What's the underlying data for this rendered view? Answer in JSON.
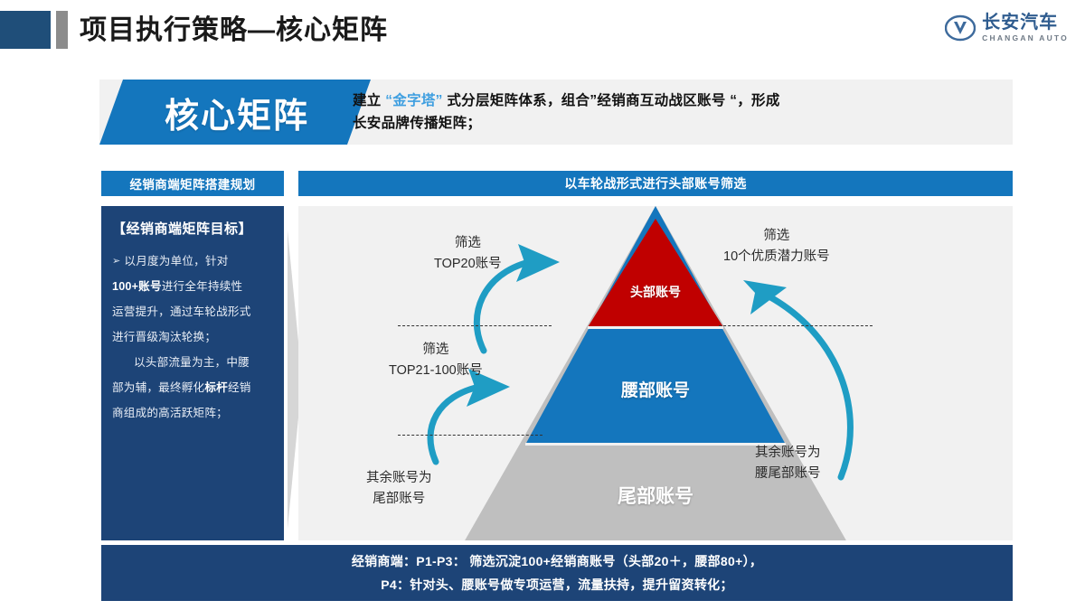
{
  "header": {
    "title": "项目执行策略—核心矩阵",
    "logo": {
      "cn": "长安汽车",
      "en": "CHANGAN AUTO"
    }
  },
  "banner": {
    "tag": "核心矩阵",
    "line1_a": "建立",
    "line1_hl": "“金字塔”",
    "line1_b": "式分层矩阵体系，组合”经销商互动战区账号 “，形成",
    "line2": "长安品牌传播矩阵；"
  },
  "columns": {
    "left_header": "经销商端矩阵搭建规划",
    "right_header": "以车轮战形式进行头部账号筛选"
  },
  "left_panel": {
    "title": "【经销商端矩阵目标】",
    "bullet_marker": "➢",
    "item1_a": "以月度为单位，针对",
    "item1_b_bold": "100+账号",
    "item1_b_rest": "进行全年持续性",
    "item1_c": "运营提升，通过车轮战形式",
    "item1_d": "进行晋级淘汰轮换；",
    "item2_a": "以头部流量为主，中腰",
    "item2_b": "部为辅，最终孵化",
    "item2_b_bold": "标杆",
    "item2_b_rest": "经销",
    "item2_c": "商组成的高活跃矩阵；"
  },
  "pyramid": {
    "top_label": "头部账号",
    "mid_label": "腰部账号",
    "bottom_label": "尾部账号",
    "colors": {
      "top": "#c00000",
      "mid": "#1476bd",
      "bottom": "#bfbfbf",
      "arrow": "#1f9dc4"
    },
    "annotations": {
      "a_line1": "筛选",
      "a_line2": "TOP20账号",
      "b_line1": "筛选",
      "b_line2": "TOP21-100账号",
      "c_line1": "筛选",
      "c_line2": "10个优质潜力账号",
      "d_line1": "其余账号为",
      "d_line2": "腰尾部账号",
      "e_line1": "其余账号为",
      "e_line2": "尾部账号"
    }
  },
  "footer": {
    "line1": "经销商端：P1-P3： 筛选沉淀100+经销商账号（头部20＋，腰部80+），",
    "line2": "P4：针对头、腰账号做专项运营，流量扶持，提升留资转化；"
  }
}
